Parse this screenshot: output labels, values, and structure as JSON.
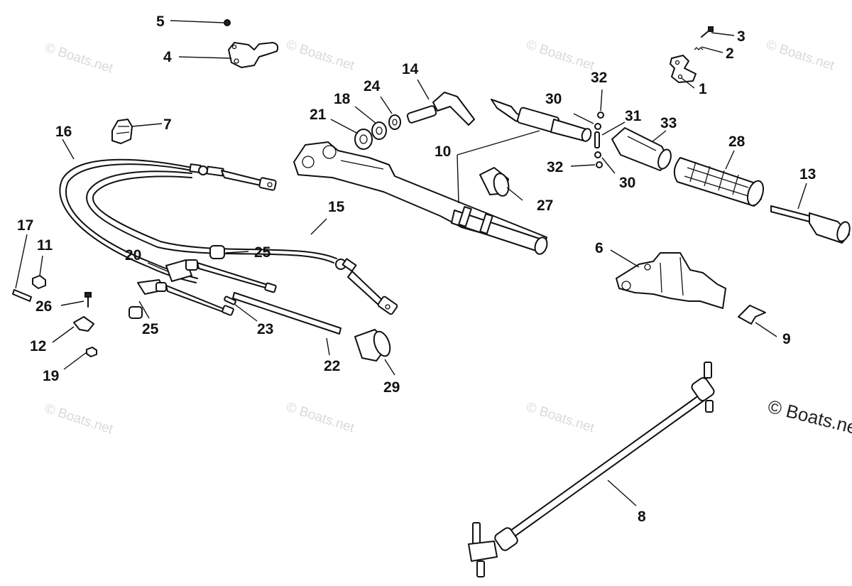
{
  "watermark": {
    "small": "© Boats.net",
    "main": "© Boats.net"
  },
  "callouts": [
    {
      "id": "c1",
      "text": "1"
    },
    {
      "id": "c2",
      "text": "2"
    },
    {
      "id": "c3",
      "text": "3"
    },
    {
      "id": "c4",
      "text": "4"
    },
    {
      "id": "c5",
      "text": "5"
    },
    {
      "id": "c6",
      "text": "6"
    },
    {
      "id": "c7",
      "text": "7"
    },
    {
      "id": "c8",
      "text": "8"
    },
    {
      "id": "c9",
      "text": "9"
    },
    {
      "id": "c10",
      "text": "10"
    },
    {
      "id": "c11",
      "text": "11"
    },
    {
      "id": "c12",
      "text": "12"
    },
    {
      "id": "c13",
      "text": "13"
    },
    {
      "id": "c14",
      "text": "14"
    },
    {
      "id": "c15",
      "text": "15"
    },
    {
      "id": "c16",
      "text": "16"
    },
    {
      "id": "c17",
      "text": "17"
    },
    {
      "id": "c18",
      "text": "18"
    },
    {
      "id": "c19",
      "text": "19"
    },
    {
      "id": "c20",
      "text": "20"
    },
    {
      "id": "c21",
      "text": "21"
    },
    {
      "id": "c22",
      "text": "22"
    },
    {
      "id": "c23",
      "text": "23"
    },
    {
      "id": "c24",
      "text": "24"
    },
    {
      "id": "c25a",
      "text": "25"
    },
    {
      "id": "c25b",
      "text": "25"
    },
    {
      "id": "c26",
      "text": "26"
    },
    {
      "id": "c27",
      "text": "27"
    },
    {
      "id": "c28",
      "text": "28"
    },
    {
      "id": "c29",
      "text": "29"
    },
    {
      "id": "c30a",
      "text": "30"
    },
    {
      "id": "c30b",
      "text": "30"
    },
    {
      "id": "c31",
      "text": "31"
    },
    {
      "id": "c32a",
      "text": "32"
    },
    {
      "id": "c32b",
      "text": "32"
    },
    {
      "id": "c33",
      "text": "33"
    }
  ]
}
